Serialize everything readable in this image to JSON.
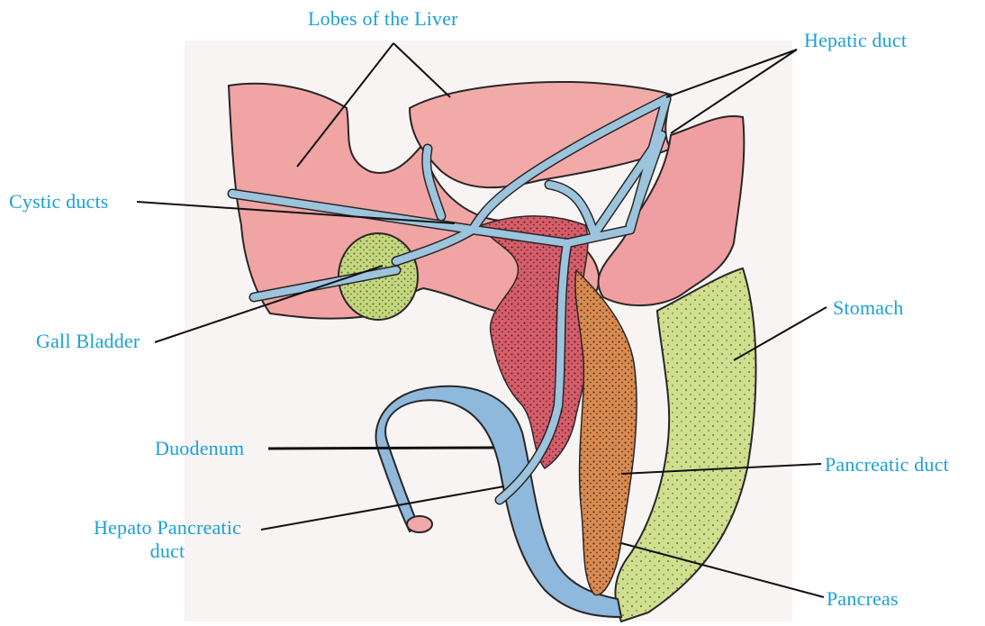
{
  "colors": {
    "label_text": "#1aa0d8",
    "leader_line": "#111111",
    "liver": "#ef9e9e",
    "liver_dark": "#e4898d",
    "duct": "#9cc4dd",
    "gall_bladder": "#c3d77c",
    "stomach": "#cfdf8e",
    "duodenum": "#8fb9dc",
    "pancreas_red": "#d85c6a",
    "pancreas_orange": "#d98a4e",
    "outline": "#2a2626"
  },
  "labels": {
    "lobes": "Lobes of the Liver",
    "hepatic_duct": "Hepatic  duct",
    "cystic_ducts": "Cystic  ducts",
    "gall_bladder": "Gall Bladder",
    "stomach": "Stomach",
    "duodenum": "Duodenum",
    "pancreatic_duct": "Pancreatic  duct",
    "hepato_pancreatic_line1": "Hepato  Pancreatic",
    "hepato_pancreatic_line2": "duct",
    "pancreas": "Pancreas"
  }
}
